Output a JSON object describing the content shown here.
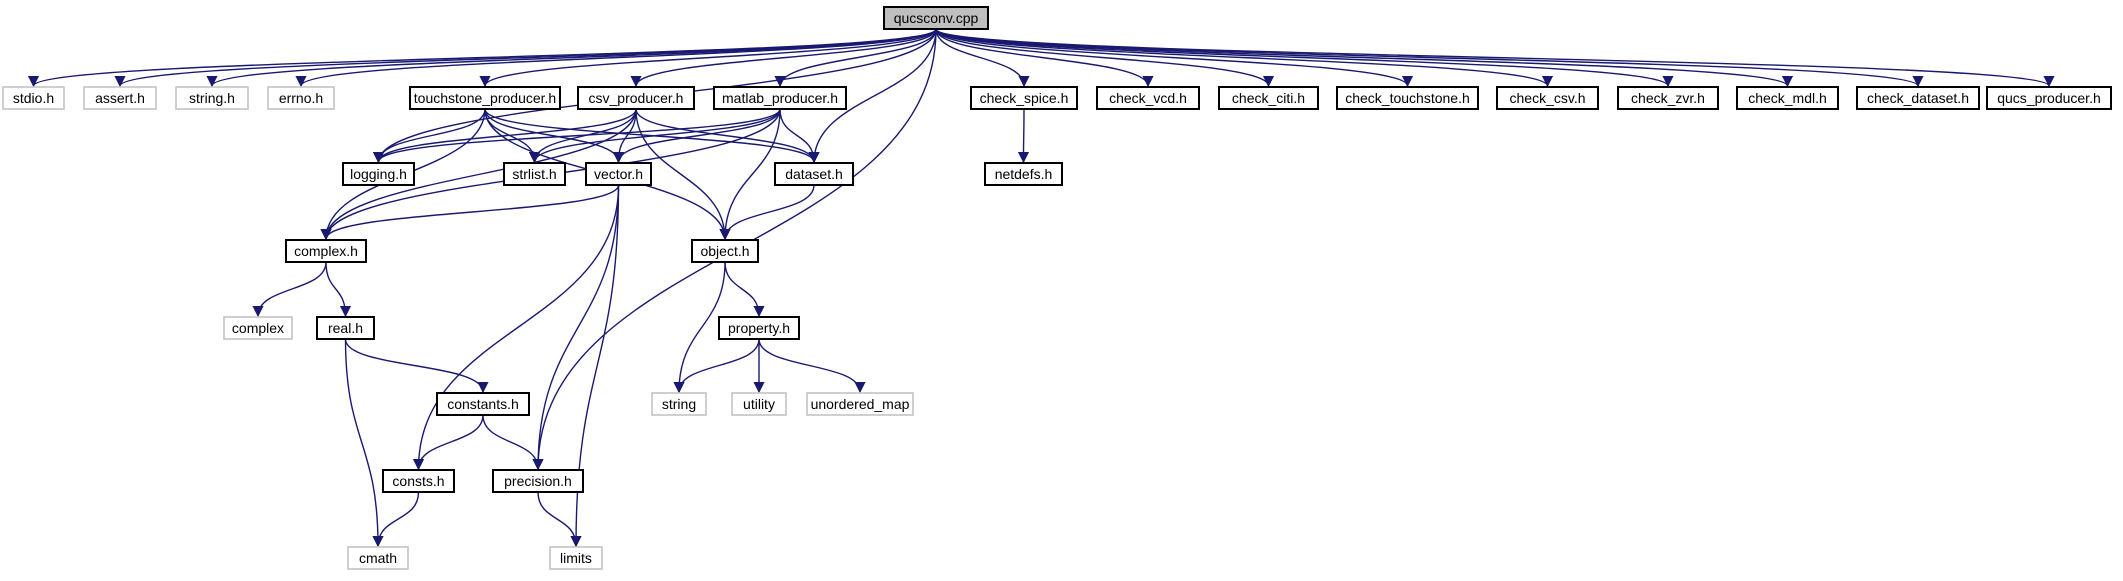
{
  "diagram": {
    "colors": {
      "edge": "#191970",
      "root_fill": "#bfbfbf",
      "local_border": "#000000",
      "system_border": "#bfbfbf"
    },
    "nodes": [
      {
        "id": "root",
        "label": "qucsconv.cpp",
        "kind": "root"
      },
      {
        "id": "stdio",
        "label": "stdio.h",
        "kind": "system"
      },
      {
        "id": "assert",
        "label": "assert.h",
        "kind": "system"
      },
      {
        "id": "string_h",
        "label": "string.h",
        "kind": "system"
      },
      {
        "id": "errno",
        "label": "errno.h",
        "kind": "system"
      },
      {
        "id": "touchstone_producer",
        "label": "touchstone_producer.h",
        "kind": "local"
      },
      {
        "id": "csv_producer",
        "label": "csv_producer.h",
        "kind": "local"
      },
      {
        "id": "matlab_producer",
        "label": "matlab_producer.h",
        "kind": "local"
      },
      {
        "id": "check_spice",
        "label": "check_spice.h",
        "kind": "local"
      },
      {
        "id": "check_vcd",
        "label": "check_vcd.h",
        "kind": "local"
      },
      {
        "id": "check_citi",
        "label": "check_citi.h",
        "kind": "local"
      },
      {
        "id": "check_touchstone",
        "label": "check_touchstone.h",
        "kind": "local"
      },
      {
        "id": "check_csv",
        "label": "check_csv.h",
        "kind": "local"
      },
      {
        "id": "check_zvr",
        "label": "check_zvr.h",
        "kind": "local"
      },
      {
        "id": "check_mdl",
        "label": "check_mdl.h",
        "kind": "local"
      },
      {
        "id": "check_dataset",
        "label": "check_dataset.h",
        "kind": "local"
      },
      {
        "id": "qucs_producer",
        "label": "qucs_producer.h",
        "kind": "local"
      },
      {
        "id": "logging",
        "label": "logging.h",
        "kind": "local"
      },
      {
        "id": "strlist",
        "label": "strlist.h",
        "kind": "local"
      },
      {
        "id": "vector",
        "label": "vector.h",
        "kind": "local"
      },
      {
        "id": "dataset",
        "label": "dataset.h",
        "kind": "local"
      },
      {
        "id": "netdefs",
        "label": "netdefs.h",
        "kind": "local"
      },
      {
        "id": "complex_h",
        "label": "complex.h",
        "kind": "local"
      },
      {
        "id": "object",
        "label": "object.h",
        "kind": "local"
      },
      {
        "id": "complex",
        "label": "complex",
        "kind": "system"
      },
      {
        "id": "real",
        "label": "real.h",
        "kind": "local"
      },
      {
        "id": "property",
        "label": "property.h",
        "kind": "local"
      },
      {
        "id": "constants",
        "label": "constants.h",
        "kind": "local"
      },
      {
        "id": "string",
        "label": "string",
        "kind": "system"
      },
      {
        "id": "utility",
        "label": "utility",
        "kind": "system"
      },
      {
        "id": "unordered_map",
        "label": "unordered_map",
        "kind": "system"
      },
      {
        "id": "consts",
        "label": "consts.h",
        "kind": "local"
      },
      {
        "id": "precision",
        "label": "precision.h",
        "kind": "local"
      },
      {
        "id": "cmath",
        "label": "cmath",
        "kind": "system"
      },
      {
        "id": "limits",
        "label": "limits",
        "kind": "system"
      }
    ],
    "edges": [
      [
        "root",
        "stdio"
      ],
      [
        "root",
        "assert"
      ],
      [
        "root",
        "string_h"
      ],
      [
        "root",
        "errno"
      ],
      [
        "root",
        "logging"
      ],
      [
        "root",
        "touchstone_producer"
      ],
      [
        "root",
        "csv_producer"
      ],
      [
        "root",
        "matlab_producer"
      ],
      [
        "root",
        "dataset"
      ],
      [
        "root",
        "precision"
      ],
      [
        "root",
        "check_spice"
      ],
      [
        "root",
        "check_vcd"
      ],
      [
        "root",
        "check_citi"
      ],
      [
        "root",
        "check_touchstone"
      ],
      [
        "root",
        "check_csv"
      ],
      [
        "root",
        "check_zvr"
      ],
      [
        "root",
        "check_mdl"
      ],
      [
        "root",
        "check_dataset"
      ],
      [
        "root",
        "qucs_producer"
      ],
      [
        "touchstone_producer",
        "logging"
      ],
      [
        "touchstone_producer",
        "strlist"
      ],
      [
        "touchstone_producer",
        "vector"
      ],
      [
        "touchstone_producer",
        "dataset"
      ],
      [
        "touchstone_producer",
        "complex_h"
      ],
      [
        "touchstone_producer",
        "object"
      ],
      [
        "csv_producer",
        "logging"
      ],
      [
        "csv_producer",
        "strlist"
      ],
      [
        "csv_producer",
        "vector"
      ],
      [
        "csv_producer",
        "dataset"
      ],
      [
        "csv_producer",
        "complex_h"
      ],
      [
        "csv_producer",
        "object"
      ],
      [
        "matlab_producer",
        "logging"
      ],
      [
        "matlab_producer",
        "strlist"
      ],
      [
        "matlab_producer",
        "vector"
      ],
      [
        "matlab_producer",
        "dataset"
      ],
      [
        "matlab_producer",
        "complex_h"
      ],
      [
        "matlab_producer",
        "object"
      ],
      [
        "check_spice",
        "netdefs"
      ],
      [
        "vector",
        "complex_h"
      ],
      [
        "vector",
        "consts"
      ],
      [
        "vector",
        "precision"
      ],
      [
        "vector",
        "limits"
      ],
      [
        "dataset",
        "object"
      ],
      [
        "complex_h",
        "complex"
      ],
      [
        "complex_h",
        "real"
      ],
      [
        "object",
        "string"
      ],
      [
        "object",
        "property"
      ],
      [
        "property",
        "string"
      ],
      [
        "property",
        "utility"
      ],
      [
        "property",
        "unordered_map"
      ],
      [
        "real",
        "constants"
      ],
      [
        "real",
        "cmath"
      ],
      [
        "constants",
        "consts"
      ],
      [
        "constants",
        "precision"
      ],
      [
        "consts",
        "cmath"
      ],
      [
        "precision",
        "limits"
      ]
    ]
  }
}
